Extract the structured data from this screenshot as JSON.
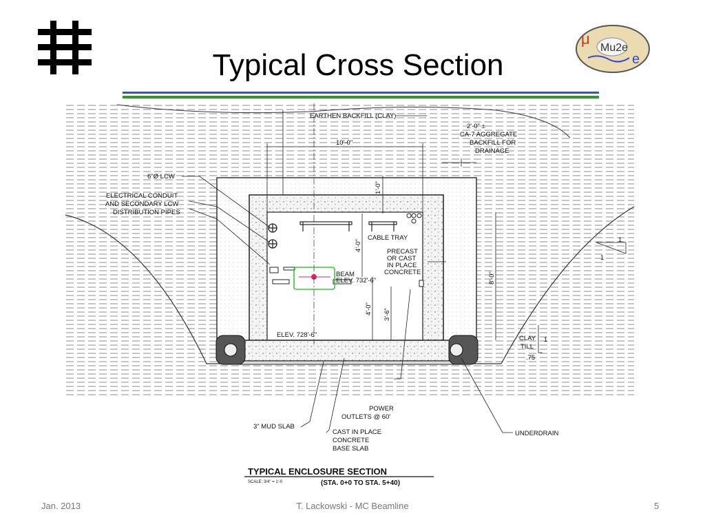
{
  "slide": {
    "title": "Typical Cross Section",
    "footer_left": "Jan. 2013",
    "footer_center": "T. Lackowski - MC Beamline",
    "page_number": "5"
  },
  "logos": {
    "right_text": "Mu2e",
    "right_mu": "μ",
    "right_e": "e"
  },
  "diagram": {
    "labels": {
      "earthen_backfill": "EARTHEN BACKFILL (CLAY)",
      "aggregate_1": "2'-0\" ±",
      "aggregate_2": "CA-7 AGGREGATE",
      "aggregate_3": "BACKFILL FOR",
      "aggregate_4": "DRAINAGE",
      "dim_10ft": "10'-0\"",
      "dim_1ft": "1'-0\"",
      "lcw": "6\"Ø LCW",
      "conduit_1": "ELECTRICAL CONDUIT",
      "conduit_2": "AND SECONDARY LCW",
      "conduit_3": "DISTRIBUTION PIPES",
      "cable_tray": "CABLE TRAY",
      "precast_1": "PRECAST",
      "precast_2": "OR CAST",
      "precast_3": "IN PLACE",
      "precast_4": "CONCRETE",
      "dim_4ft_upper": "4'-0\"",
      "beam_1": "BEAM",
      "beam_2": "ELEV. 732'-6\"",
      "dim_8ft": "8'-0\"",
      "dim_4ft_lower": "4'-0\"",
      "dim_3ft6": "3'-6\"",
      "elev_floor": "ELEV. 728'-6\"",
      "slope_1_a": "1",
      "slope_1_b": "1",
      "clay_till_1": "CLAY",
      "clay_till_2": "TILL",
      "clay_slope_1": "1",
      "clay_slope_75": ".75",
      "power_1": "POWER",
      "power_2": "OUTLETS @ 60'",
      "mud_slab": "3\" MUD SLAB",
      "base_1": "CAST IN PLACE",
      "base_2": "CONCRETE",
      "base_3": "BASE SLAB",
      "underdrain": "UNDERDRAIN",
      "section_title": "TYPICAL ENCLOSURE SECTION",
      "section_scale": "SCALE: 3/4\" = 1'-0",
      "section_station": "(STA. 0+0 TO STA. 5+40)"
    }
  }
}
